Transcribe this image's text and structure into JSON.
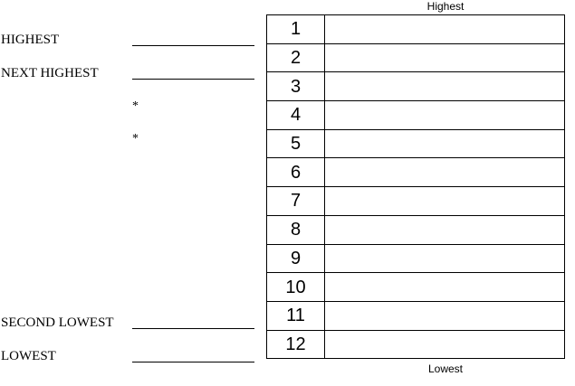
{
  "captions": {
    "top": "Highest",
    "bottom": "Lowest"
  },
  "labels": {
    "highest": "HIGHEST",
    "next_highest": "NEXT HIGHEST",
    "second_lowest": "SECOND LOWEST",
    "lowest": "LOWEST",
    "asterisk": "*"
  },
  "ranks": [
    "1",
    "2",
    "3",
    "4",
    "5",
    "6",
    "7",
    "8",
    "9",
    "10",
    "11",
    "12"
  ]
}
